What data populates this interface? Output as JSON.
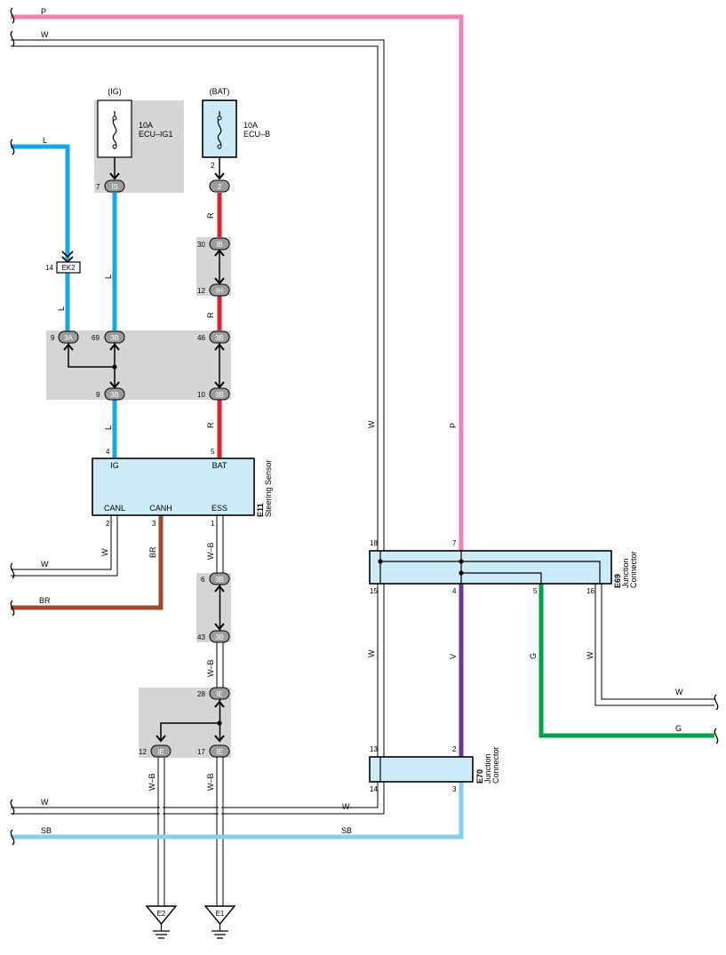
{
  "colors": {
    "pink": "#ee82b6",
    "red": "#e0232b",
    "blue": "#14a9e6",
    "lightblue": "#84d0ef",
    "brown": "#9e4b2b",
    "purple": "#6c3796",
    "green": "#06a04b",
    "grey_block": "#d4d5d7",
    "component": "#cdeaf7"
  },
  "wires": {
    "p": "P",
    "w": "W",
    "l": "L",
    "br": "BR",
    "sb": "SB",
    "g": "G",
    "r": "R",
    "wb": "W–B",
    "v": "V"
  },
  "fuses": {
    "ig": {
      "supply": "(IG)",
      "rating": "10A",
      "name": "ECU–IG1"
    },
    "bat": {
      "supply": "(BAT)",
      "rating": "10A",
      "name": "ECU–B"
    }
  },
  "connectors": {
    "is": "IS",
    "two": "2",
    "ib": "IB",
    "ih": "IH",
    "ek2": "EK2",
    "3a": "3A",
    "3b": "3B",
    "ie": "IE"
  },
  "pins": {
    "p7": "7",
    "p2": "2",
    "p30": "30",
    "p12": "12",
    "p14": "14",
    "p9": "9",
    "p69": "69",
    "p46": "46",
    "p10": "10",
    "p4": "4",
    "p5": "5",
    "p1": "1",
    "p3": "3",
    "p6": "6",
    "p43": "43",
    "p28": "28",
    "p17": "17",
    "p18": "18",
    "p15": "15",
    "p16": "16",
    "p13": "13"
  },
  "steering_sensor": {
    "code": "E11",
    "name": "Steering Sensor",
    "ig": "IG",
    "bat": "BAT",
    "canl": "CANL",
    "canh": "CANH",
    "ess": "ESS"
  },
  "junction_e69": {
    "code": "E69",
    "name": "Junction",
    "name2": "Connector"
  },
  "junction_e70": {
    "code": "E70",
    "name": "Junction",
    "name2": "Connector"
  },
  "grounds": {
    "e1": "E1",
    "e2": "E2"
  }
}
